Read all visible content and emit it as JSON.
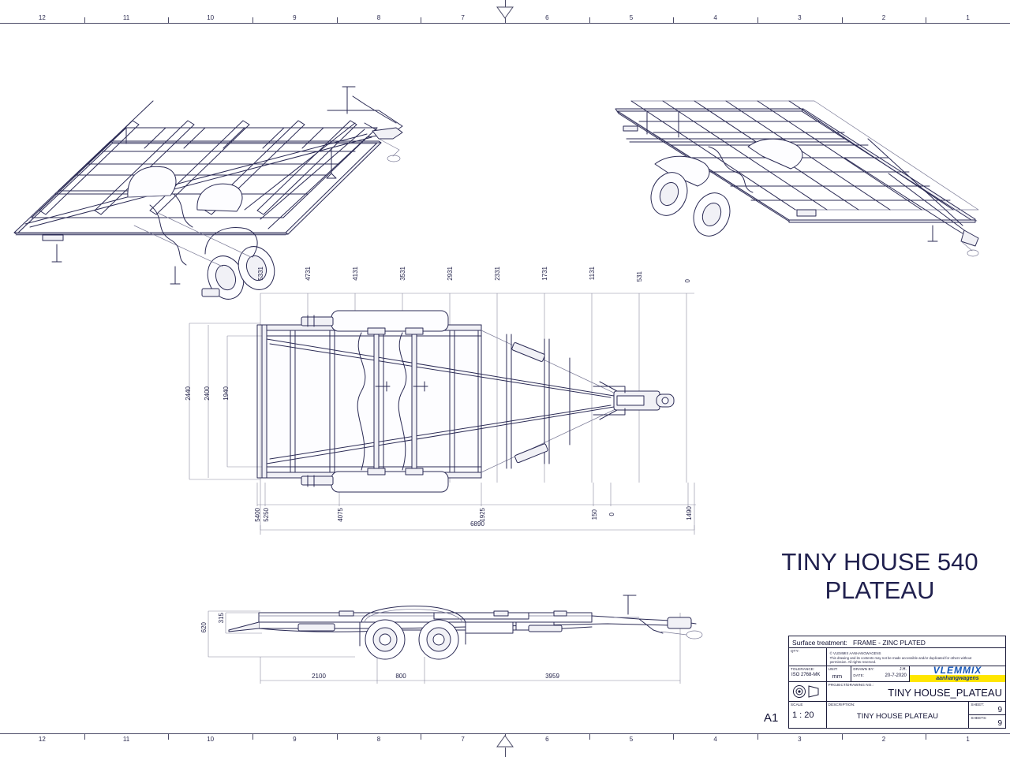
{
  "sheet": {
    "format": "A1",
    "ruler_numbers": [
      12,
      11,
      10,
      9,
      8,
      7,
      6,
      5,
      4,
      3,
      2,
      1
    ]
  },
  "title": {
    "line1": "TINY HOUSE 540",
    "line2": "PLATEAU"
  },
  "title_block": {
    "surface_treatment_label": "Surface treatment:",
    "surface_treatment_value": "FRAME - ZINC PLATED",
    "qty_label": "QTY:",
    "qty_value": "",
    "copyright_line1": "© VLEMMIX AANHANGWAGENS",
    "copyright_line2": "This drawing and its contents may not be made accessible and/or duplicated for others without",
    "copyright_line3": "permission. All rights reserved.",
    "tolerance_label": "TOLERANCE:",
    "tolerance_value": "ISO 2768-MK",
    "unit_label": "UNIT:",
    "unit_value": "mm",
    "drawn_by_label": "DRAWN BY:",
    "drawn_by_value": "J.H.",
    "date_label": "DATE:",
    "date_value": "20-7-2020",
    "logo_main": "VLEMMIX",
    "logo_sub": "aanhangwagens",
    "project_label": "PROJECT/DRAWING NO.:",
    "project_value": "TINY HOUSE_PLATEAU",
    "scale_label": "SCALE",
    "scale_value": "1 : 20",
    "description_label": "DESCRIPTION:",
    "description_value": "TINY HOUSE PLATEAU",
    "sheet_label": "SHEET:",
    "sheet_value": "9",
    "sheets_label": "SHEETS:",
    "sheets_value": "9"
  },
  "dimensions": {
    "plan_top_ordinates": [
      "5331",
      "4731",
      "4131",
      "3531",
      "2931",
      "2331",
      "1731",
      "1131",
      "531",
      "0"
    ],
    "plan_bottom_ordinates": [
      "5400",
      "5250",
      "4075",
      "1925",
      "150",
      "0",
      "1490"
    ],
    "plan_vertical": [
      "2440",
      "2400",
      "1940"
    ],
    "plan_overall_length": "6890",
    "side_vertical": [
      "620",
      "315"
    ],
    "side_horizontal": [
      "2100",
      "800",
      "3959"
    ]
  },
  "colors": {
    "line": "#2b2b55",
    "dim": "#8a8aa0",
    "title": "#20204e",
    "logo_blue": "#1657b8",
    "logo_yellow": "#ffe600"
  }
}
